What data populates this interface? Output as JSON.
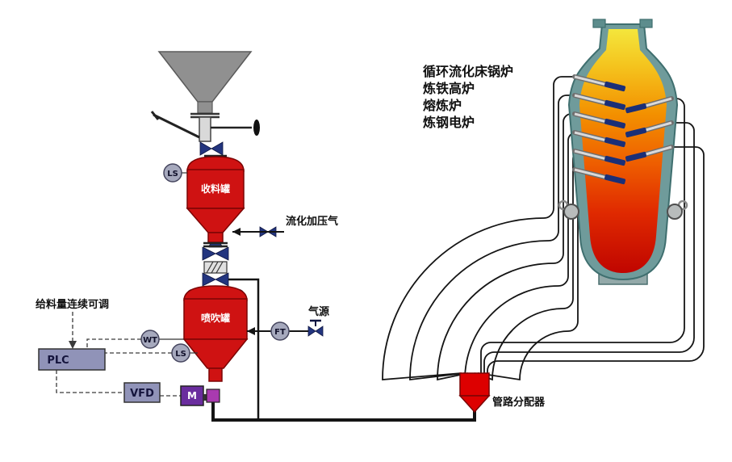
{
  "diagram": {
    "labels": {
      "feed_adjust": "给料量连续可调",
      "plc": "PLC",
      "vfd": "VFD",
      "motor": "M",
      "ls_upper": "LS",
      "ls_lower": "LS",
      "wt": "WT",
      "ft": "FT",
      "receiving_tank": "收料罐",
      "injection_tank": "喷吹罐",
      "fluidizing_gas": "流化加压气",
      "gas_source": "气源",
      "distributor": "管路分配器"
    },
    "applications": [
      "循环流化床锅炉",
      "炼铁高炉",
      "熔炼炉",
      "炼钢电炉"
    ],
    "colors": {
      "vessel_red": "#cf1212",
      "valve_blue": "#23357f",
      "instrument_gray": "#a6a9bd",
      "control_box": "#9093b8",
      "motor_purple": "#6a2d9e",
      "feeder_magenta": "#a93ab0",
      "pipe_black": "#141414",
      "furnace_shell": "#6f9b9b",
      "distributor_red": "#dd0000"
    }
  }
}
